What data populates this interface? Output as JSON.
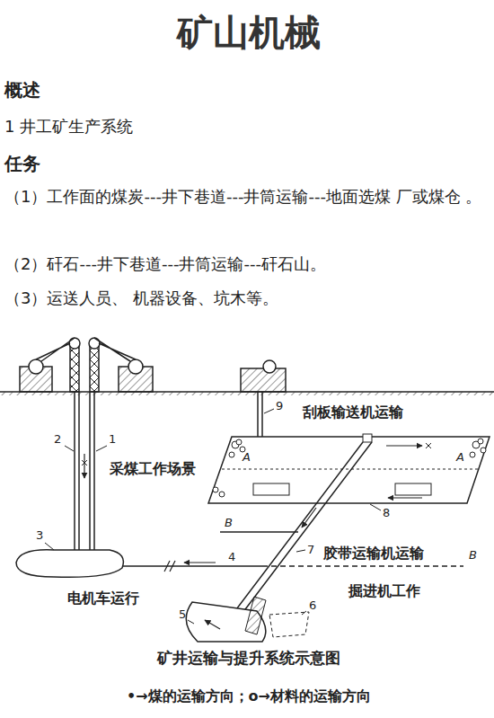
{
  "diagram": {
    "title": "矿山机械",
    "caption": "矿井运输与提升系统示意图",
    "labels": [
      "概述",
      "1 井工矿生产系统",
      "任务",
      "（1）工作面的煤炭---井下巷道---井筒运输---地面选煤 厂或煤仓 。",
      "（2）矸石---井下巷道---井筒运输---矸石山。",
      "（3）运送人员、 机器设备、坑木等。",
      "9",
      "刮板输送机运输",
      "A",
      "A",
      "2",
      "1",
      "采煤工作场景",
      "8",
      "B",
      "3",
      "7",
      "胶带运输机运输",
      "B",
      "4",
      "电机车运行",
      "掘进机工作",
      "5",
      "6",
      "•→煤的运输方向；o→材料的运输方向"
    ]
  }
}
